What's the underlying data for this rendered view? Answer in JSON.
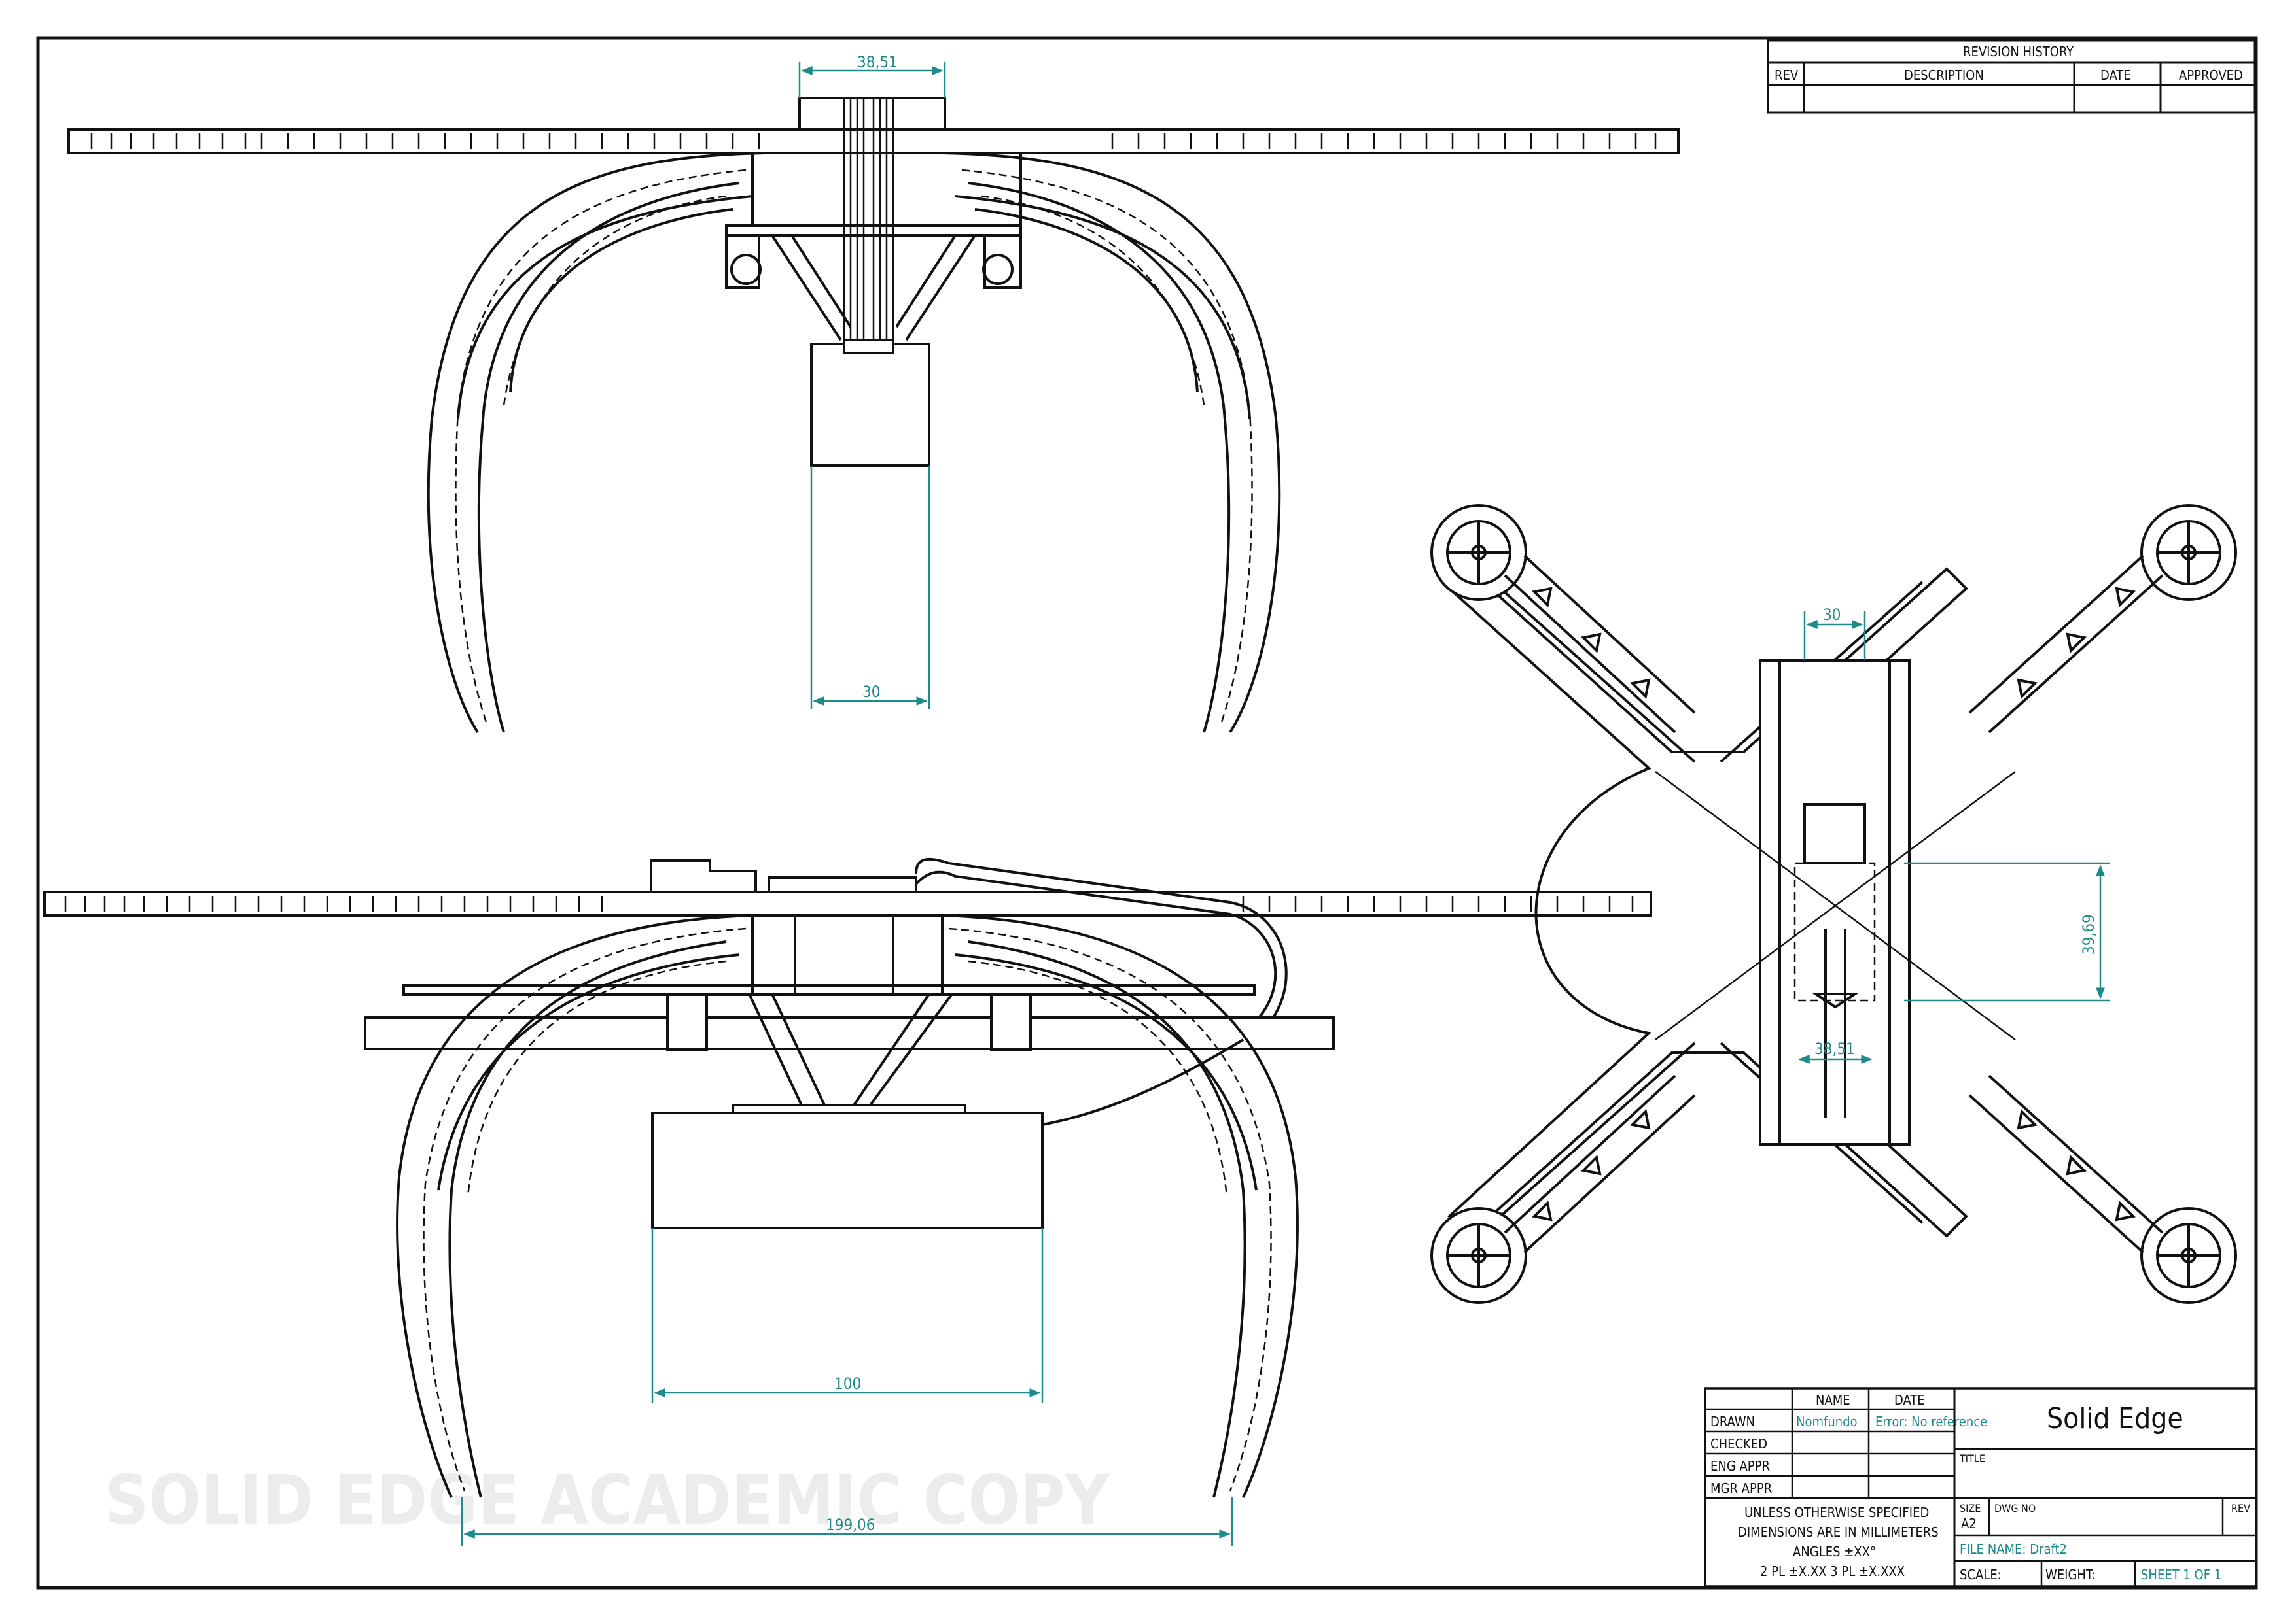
{
  "revision_history": {
    "title": "REVISION HISTORY",
    "columns": [
      "REV",
      "DESCRIPTION",
      "DATE",
      "APPROVED"
    ]
  },
  "dimensions": {
    "top_width": "38,51",
    "top_box": "30",
    "front_box": "100",
    "front_span": "199,06",
    "plan_width": "30",
    "plan_height": "39,69",
    "plan_inner": "38,51"
  },
  "title_block": {
    "col_name": "NAME",
    "col_date": "DATE",
    "rows": [
      {
        "label": "DRAWN",
        "name": "Nomfundo",
        "date": "Error: No reference"
      },
      {
        "label": "CHECKED",
        "name": "",
        "date": ""
      },
      {
        "label": "ENG APPR",
        "name": "",
        "date": ""
      },
      {
        "label": "MGR APPR",
        "name": "",
        "date": ""
      }
    ],
    "company": "Solid Edge",
    "title_label": "TITLE",
    "notes": [
      "UNLESS OTHERWISE SPECIFIED",
      "DIMENSIONS ARE IN MILLIMETERS",
      "ANGLES ±XX°",
      "2 PL ±X.XX 3 PL ±X.XXX"
    ],
    "size_label": "SIZE",
    "size_value": "A2",
    "dwg_no_label": "DWG NO",
    "rev_label": "REV",
    "file_name": "FILE NAME: Draft2",
    "scale_label": "SCALE:",
    "weight_label": "WEIGHT:",
    "sheet": "SHEET 1 OF 1"
  },
  "watermark": "SOLID EDGE ACADEMIC COPY"
}
